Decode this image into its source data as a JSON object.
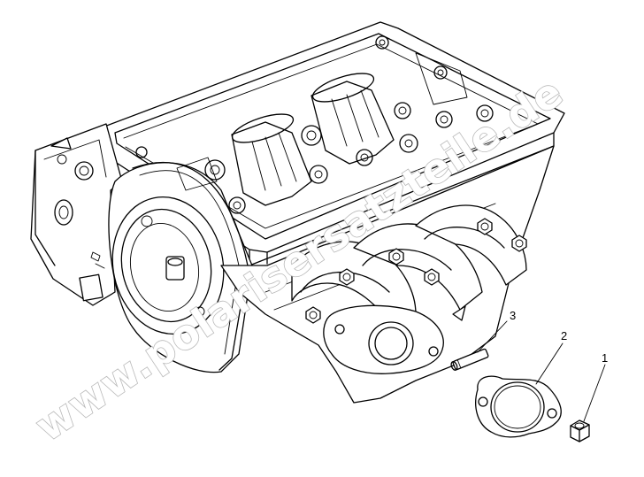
{
  "diagram": {
    "watermark": "www.polarisersatzteile.de",
    "callouts": [
      {
        "id": "1",
        "label": "1"
      },
      {
        "id": "2",
        "label": "2"
      },
      {
        "id": "3",
        "label": "3"
      }
    ]
  }
}
